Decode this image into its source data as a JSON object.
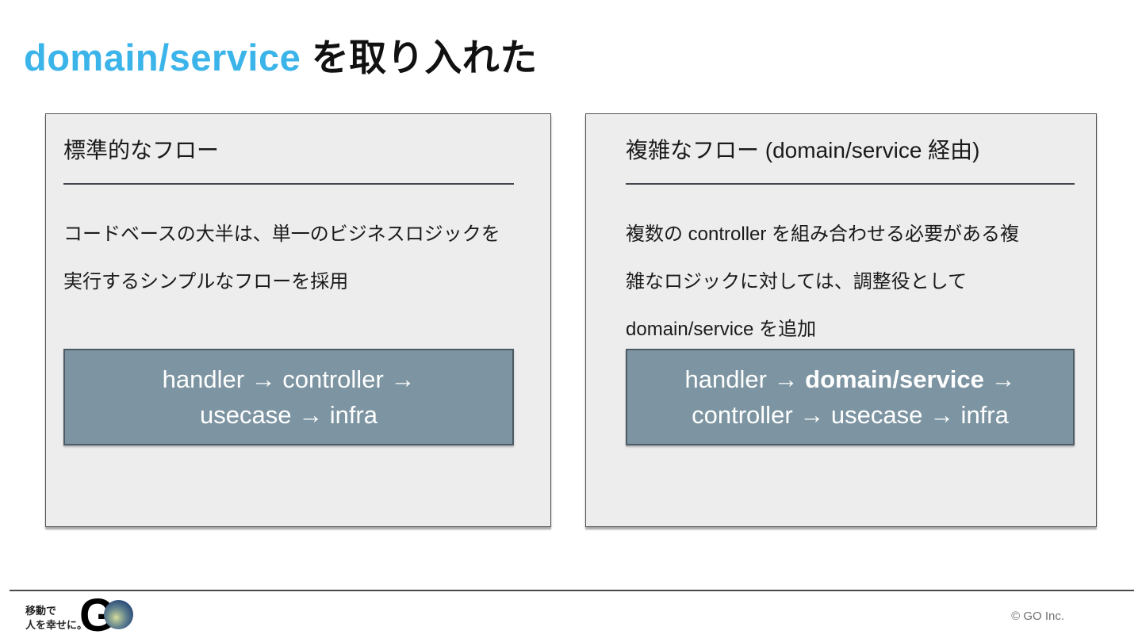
{
  "title": {
    "highlight": "domain/service",
    "rest": " を取り入れた"
  },
  "colors": {
    "accent_blue": "#3bb4ea",
    "panel_bg": "#ededed",
    "panel_border": "#555555",
    "flow_bg": "#7d95a2",
    "flow_border": "#4d5b64",
    "flow_text": "#ffffff",
    "underline": "#45454f",
    "copyright_text": "#707070"
  },
  "panels": [
    {
      "heading": "標準的なフロー",
      "body_lines": [
        "コードベースの大半は、単一のビジネスロジックを",
        "実行するシンプルなフローを採用"
      ],
      "flow_lines": [
        "handler → controller →",
        "usecase → infra"
      ]
    },
    {
      "heading": "複雑なフロー (domain/service 経由)",
      "body_lines": [
        "複数の controller を組み合わせる必要がある複",
        "雑なロジックに対しては、調整役として",
        "domain/service を追加"
      ],
      "flow_line1": {
        "prefix": "handler → ",
        "bold": "domain/service",
        "suffix": " →"
      },
      "flow_line2": "controller → usecase → infra"
    }
  ],
  "footer": {
    "tagline_line1": "移動で",
    "tagline_line2": "人を幸せに。",
    "logo_g": "G",
    "copyright": "© GO Inc."
  }
}
